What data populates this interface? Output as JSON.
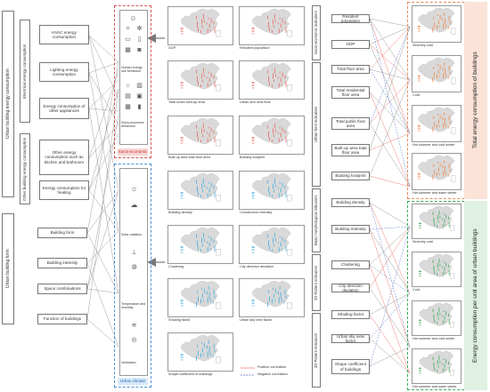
{
  "left_titles": {
    "energy": "Urban building energy consumption",
    "form": "Urban building form",
    "electrical": "Electrical energy consumption",
    "other": "Other building energy consumption"
  },
  "energy_items": [
    "HVAC energy consumption",
    "Lighting energy consumption",
    "Energy consumption of other appliances",
    "Other energy consumption such as kitchen and bathroom",
    "Energy consumption for heating"
  ],
  "form_items": [
    "Building form",
    "Building intensity",
    "Space combinations",
    "Function of buildings"
  ],
  "socio_panel": {
    "label": "Socio-economic",
    "items": [
      "Human energy use behaviour",
      "Socio-economic behaviour"
    ]
  },
  "climate_panel": {
    "label": "Urban climate",
    "items": [
      "Solar radiation",
      "Temperature and humidity",
      "Ventilation"
    ]
  },
  "maps_red": [
    "GDP",
    "Resident population",
    "Total urban built-up area",
    "Urban and rural floor",
    "Built-up area total floor area",
    "Building footprint"
  ],
  "maps_blue": [
    "Building density",
    "Construction intensity",
    "Clustering",
    "City direction deviation",
    "Shading factor",
    "Urban sky view factor",
    "Shape coefficient of buildings"
  ],
  "legend": {
    "positive": "Positive correlation",
    "negative": "Negative correlation"
  },
  "indicator_groups": [
    {
      "title": "Socio-economic indicators",
      "items": [
        "Resident population",
        "GDP"
      ]
    },
    {
      "title": "Urban form indicators",
      "items": [
        "Total floor area",
        "Total residential floor area",
        "Total  public floor area",
        "Built-up area total floor area",
        "Building footprint"
      ]
    },
    {
      "title": "Basic morphological indicators",
      "items": [
        "Building density",
        "Building intensity"
      ]
    },
    {
      "title": "2D Pattern indicators",
      "items": [
        "Clustering",
        "City direction deviation"
      ]
    },
    {
      "title": "3D Pattern indicators",
      "items": [
        "Shading factor",
        "Urban sky view factor",
        "Shape coefficient of buildings"
      ]
    }
  ],
  "climate_zones_top": [
    "Severely cold",
    "Cold",
    "Hot summer and cold winter",
    "Hot summer and warm winter"
  ],
  "climate_zones_bottom": [
    "Severely cold",
    "Cold",
    "Hot summer and cold winter",
    "Hot summer and warm winter"
  ],
  "right_titles": {
    "top": "Total energy consumption of buildings",
    "bottom": "Energy consumption per unit area of urban buildings"
  },
  "colors": {
    "red": "#e8746a",
    "blue": "#4fb3e0",
    "green": "#3daa5c",
    "orange": "#f08a4b",
    "zone_top_bg": "#fbe3d7",
    "zone_bottom_bg": "#dff1e2"
  }
}
